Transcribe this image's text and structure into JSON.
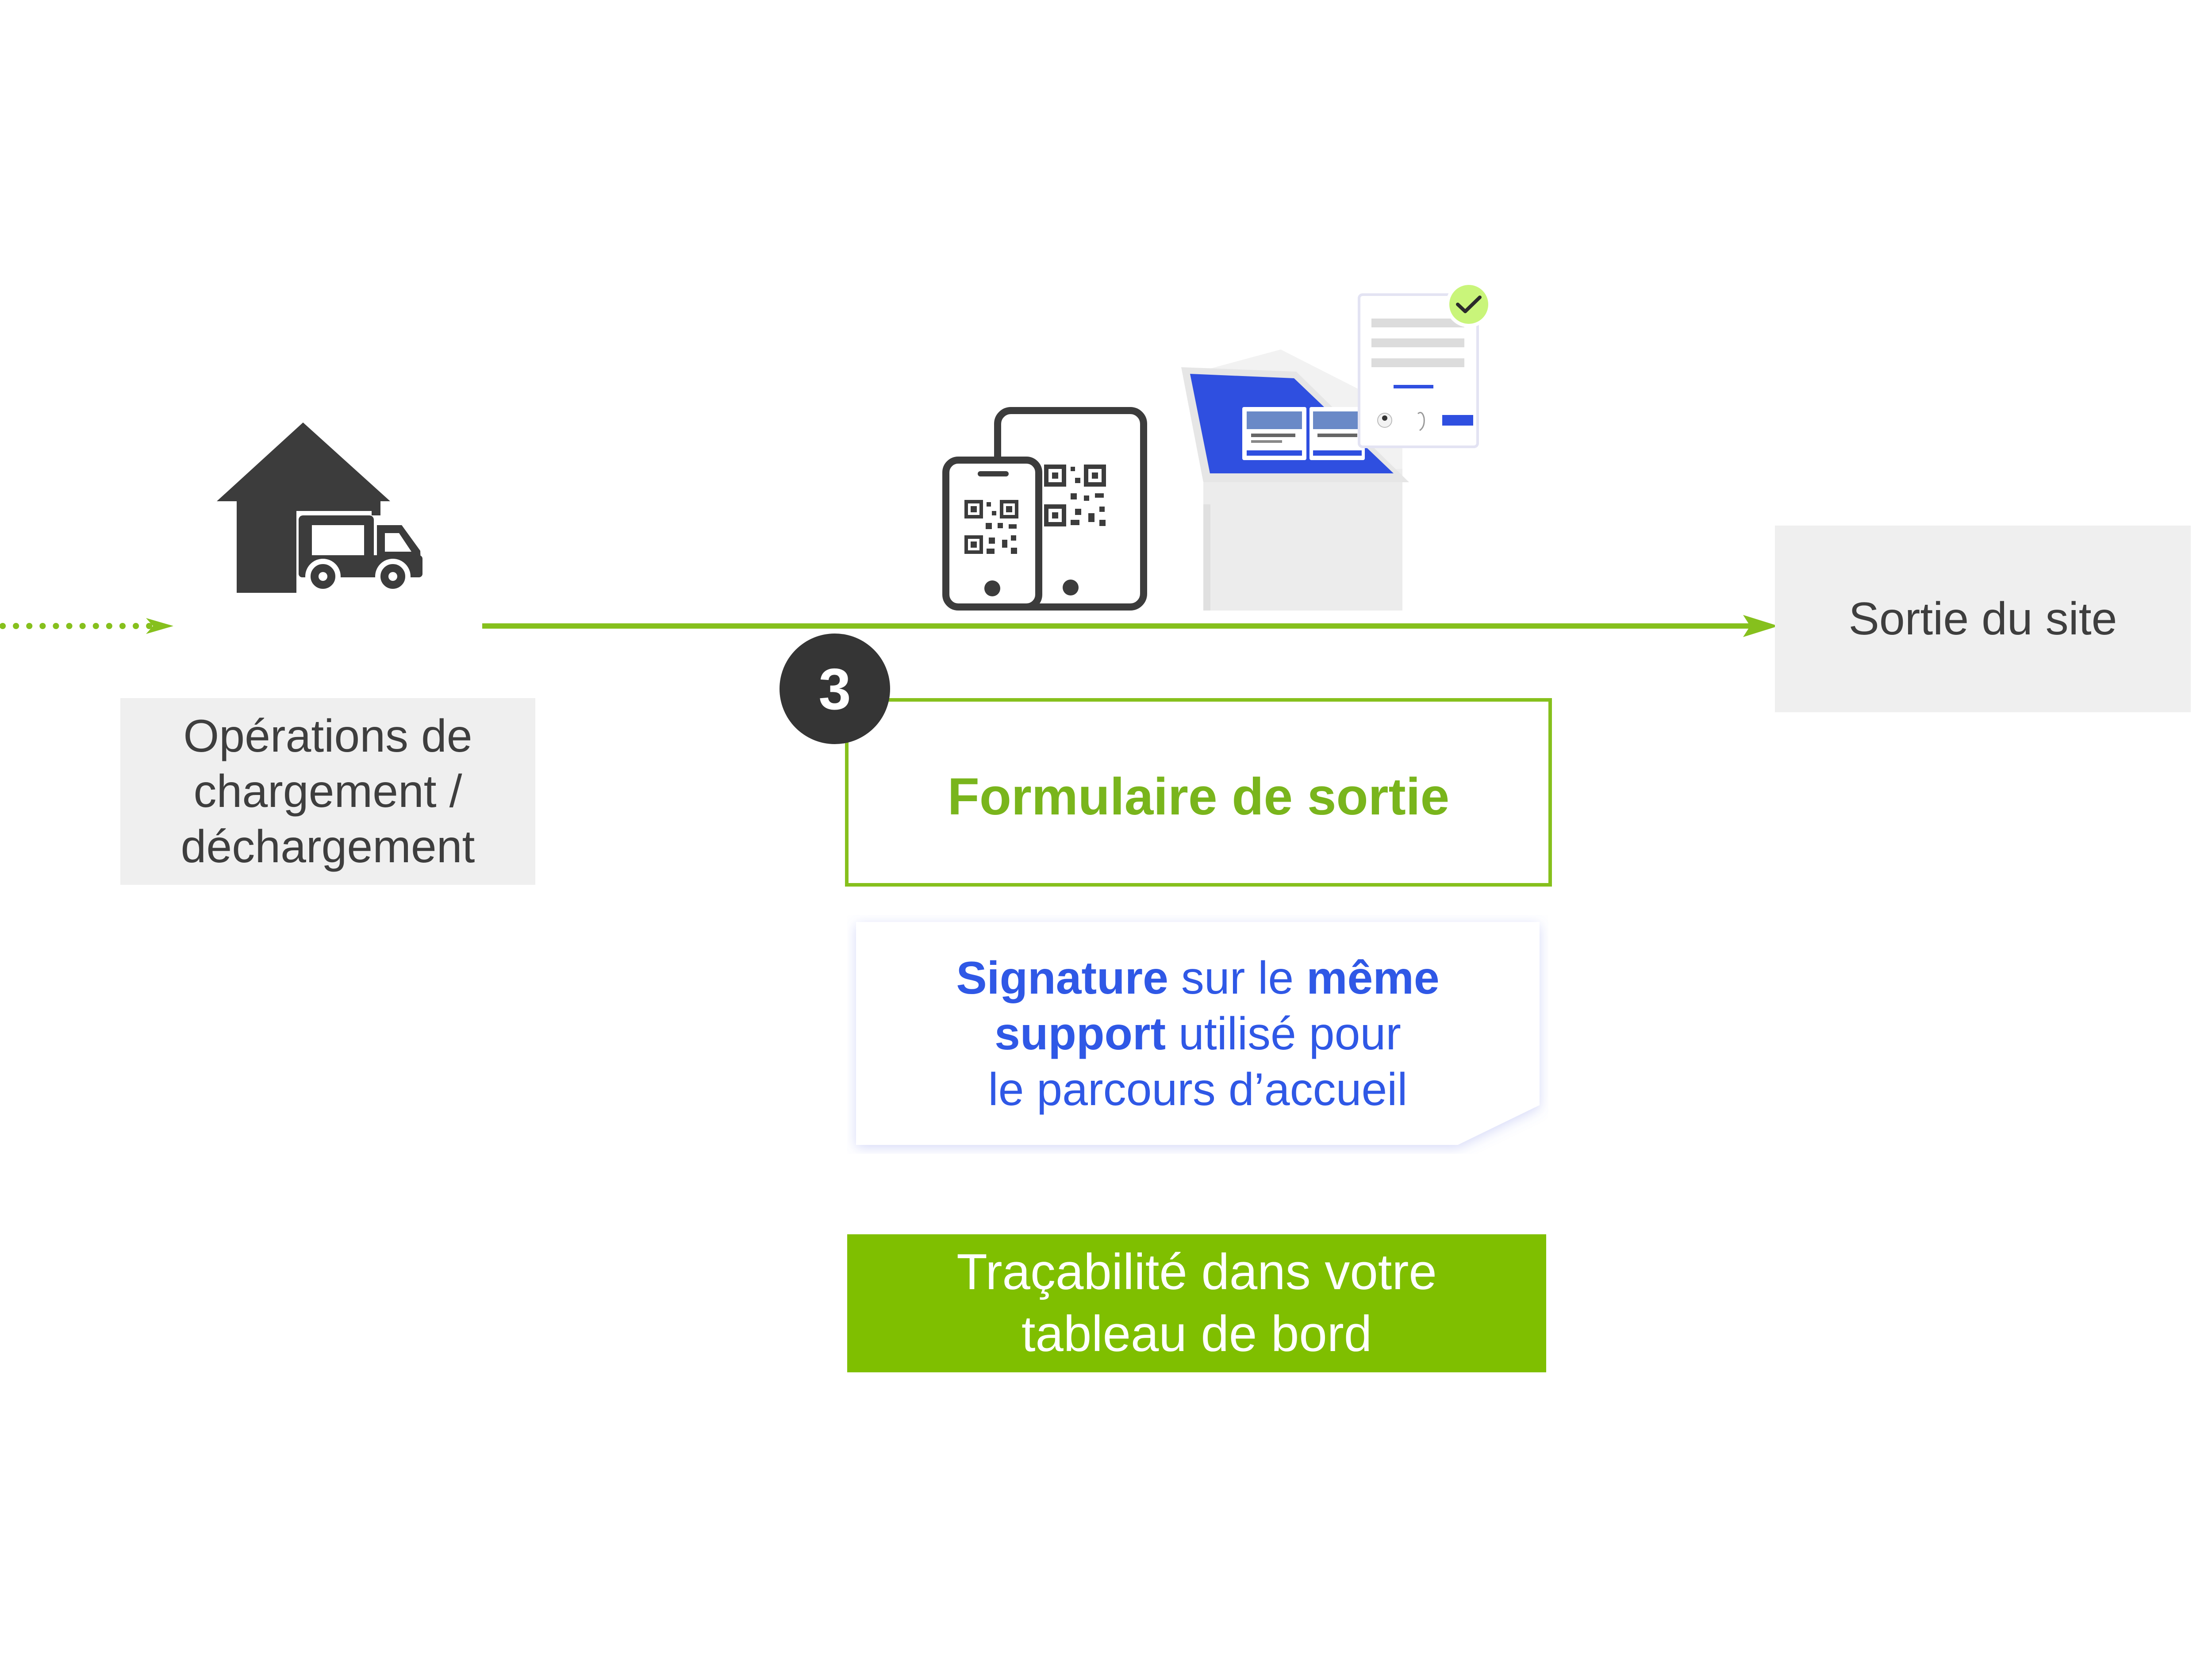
{
  "colors": {
    "accent_green": "#86c01d",
    "title_green": "#79b51c",
    "trace_green": "#7fbf00",
    "blue": "#2f58e6",
    "dark_grey": "#3e3e3e",
    "light_grey": "#efefef"
  },
  "icons": {
    "warehouse": "warehouse-truck-icon",
    "devices": "phone-tablet-qr-icon",
    "kiosk": "kiosk-terminal-icon",
    "check": "check-icon"
  },
  "step": {
    "number": "3"
  },
  "operations": {
    "line1": "Opérations de",
    "line2": "chargement /",
    "line3": "déchargement"
  },
  "exit_site": {
    "label": "Sortie du site"
  },
  "exit_form": {
    "title": "Formulaire de sortie"
  },
  "signature": {
    "l1_bold1": "Signature",
    "l1_mid": " sur le ",
    "l1_bold2": "même",
    "l2_bold": "support",
    "l2_rest": " utilisé pour",
    "l3": "le parcours d’accueil"
  },
  "traceability": {
    "line1": "Traçabilité dans votre",
    "line2": "tableau de bord"
  }
}
